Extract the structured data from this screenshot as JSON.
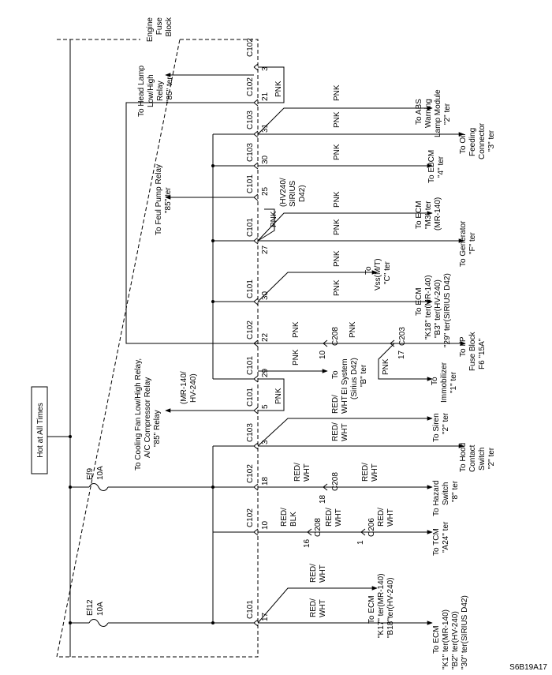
{
  "block": {
    "title": [
      "Engine",
      "Fuse",
      "Block"
    ]
  },
  "hot_label": "Hot at All Times",
  "fuses": [
    {
      "name": "Ef9",
      "rating": "10A"
    },
    {
      "name": "Ef12",
      "rating": "10A"
    }
  ],
  "pins": [
    {
      "conn": "C102",
      "pin": "3"
    },
    {
      "conn": "C102",
      "pin": "21"
    },
    {
      "conn": "C103",
      "pin": "31"
    },
    {
      "conn": "C103",
      "pin": "30"
    },
    {
      "conn": "C101",
      "pin": "25"
    },
    {
      "conn": "C101",
      "pin": "27"
    },
    {
      "conn": "C101",
      "pin": "30"
    },
    {
      "conn": "C102",
      "pin": "22"
    },
    {
      "conn": "C101",
      "pin": "29"
    },
    {
      "conn": "C101",
      "pin": "5"
    },
    {
      "conn": "C103",
      "pin": "3"
    },
    {
      "conn": "C102",
      "pin": "18"
    },
    {
      "conn": "C102",
      "pin": "10"
    },
    {
      "conn": "C101",
      "pin": "17"
    }
  ],
  "inline_connectors": [
    {
      "name": "C208",
      "pin": "10"
    },
    {
      "name": "C203",
      "pin": "17"
    },
    {
      "name": "C208",
      "pin": "18"
    },
    {
      "name": "C208",
      "pin": "16"
    },
    {
      "name": "C206",
      "pin": "1"
    }
  ],
  "colors": [
    "PNK",
    "RED/",
    "WHT",
    "RED/",
    "BLK"
  ],
  "variant_labels": [
    "(HV240/",
    "SIRIUS",
    "D42)",
    "(MR-140/",
    "HV-240)"
  ],
  "left_dest": {
    "head_lamp": [
      "To Head Lamp",
      "Low/High",
      "Relay",
      "\"85\" ter"
    ],
    "fuel_pump": [
      "To Feul Pump Relay",
      "\"85\" ter"
    ],
    "cooling": [
      "To Cooling Fan Low/High Relay,",
      "A/C Compressor Relay",
      "\"85\" Relay"
    ]
  },
  "right_dest": {
    "abs": [
      "To ABS",
      "Warning",
      "Lamp Module",
      "\"2\" ter"
    ],
    "oil": [
      "To Oil",
      "Feeding",
      "Connector",
      "\"3\" ter"
    ],
    "ebcm": [
      "To EBCM",
      "\"4\" ter"
    ],
    "ecm_m3": [
      "To ECM",
      "\"M3\" ter",
      "(MR-140)"
    ],
    "generator": [
      "To Generator",
      "\"F\" ter"
    ],
    "vss": [
      "To",
      "Vss(M/T)",
      "\"C\" ter"
    ],
    "ecm_k18": [
      "To ECM",
      "\"K18\" ter(MR-140)",
      "\"B3\" ter(HV-240)",
      "\"29\" ter(SIRIUS D42)"
    ],
    "ip_fuse": [
      "To I/P",
      "Fuse Block",
      "F6 \"15A\""
    ],
    "ei_system": [
      "To",
      "EI System",
      "(Sirius D42)",
      "\"B\" ter"
    ],
    "immobilizer": [
      "To",
      "Immobilizer",
      "\"1\" ter"
    ],
    "siren": [
      "To Siren",
      "\"2\" ter"
    ],
    "hood": [
      "To Hood",
      "Contact",
      "Switch",
      "\"2\" ter"
    ],
    "hazard": [
      "To Hazard",
      "Switch",
      "\"8\" ter"
    ],
    "tcm": [
      "To TCM",
      "\"A24\" ter"
    ],
    "ecm_k17": [
      "To ECM",
      "\"K17\" ter(MR-140)",
      "\"B18\"ter(HV-240)"
    ],
    "ecm_k1": [
      "To ECM",
      "\"K1\" ter(MR-140)",
      "\"B2\" ter(HV-240)",
      "\"30\" ter(SIRIUS D42)"
    ]
  },
  "figure_id": "S6B19A17"
}
